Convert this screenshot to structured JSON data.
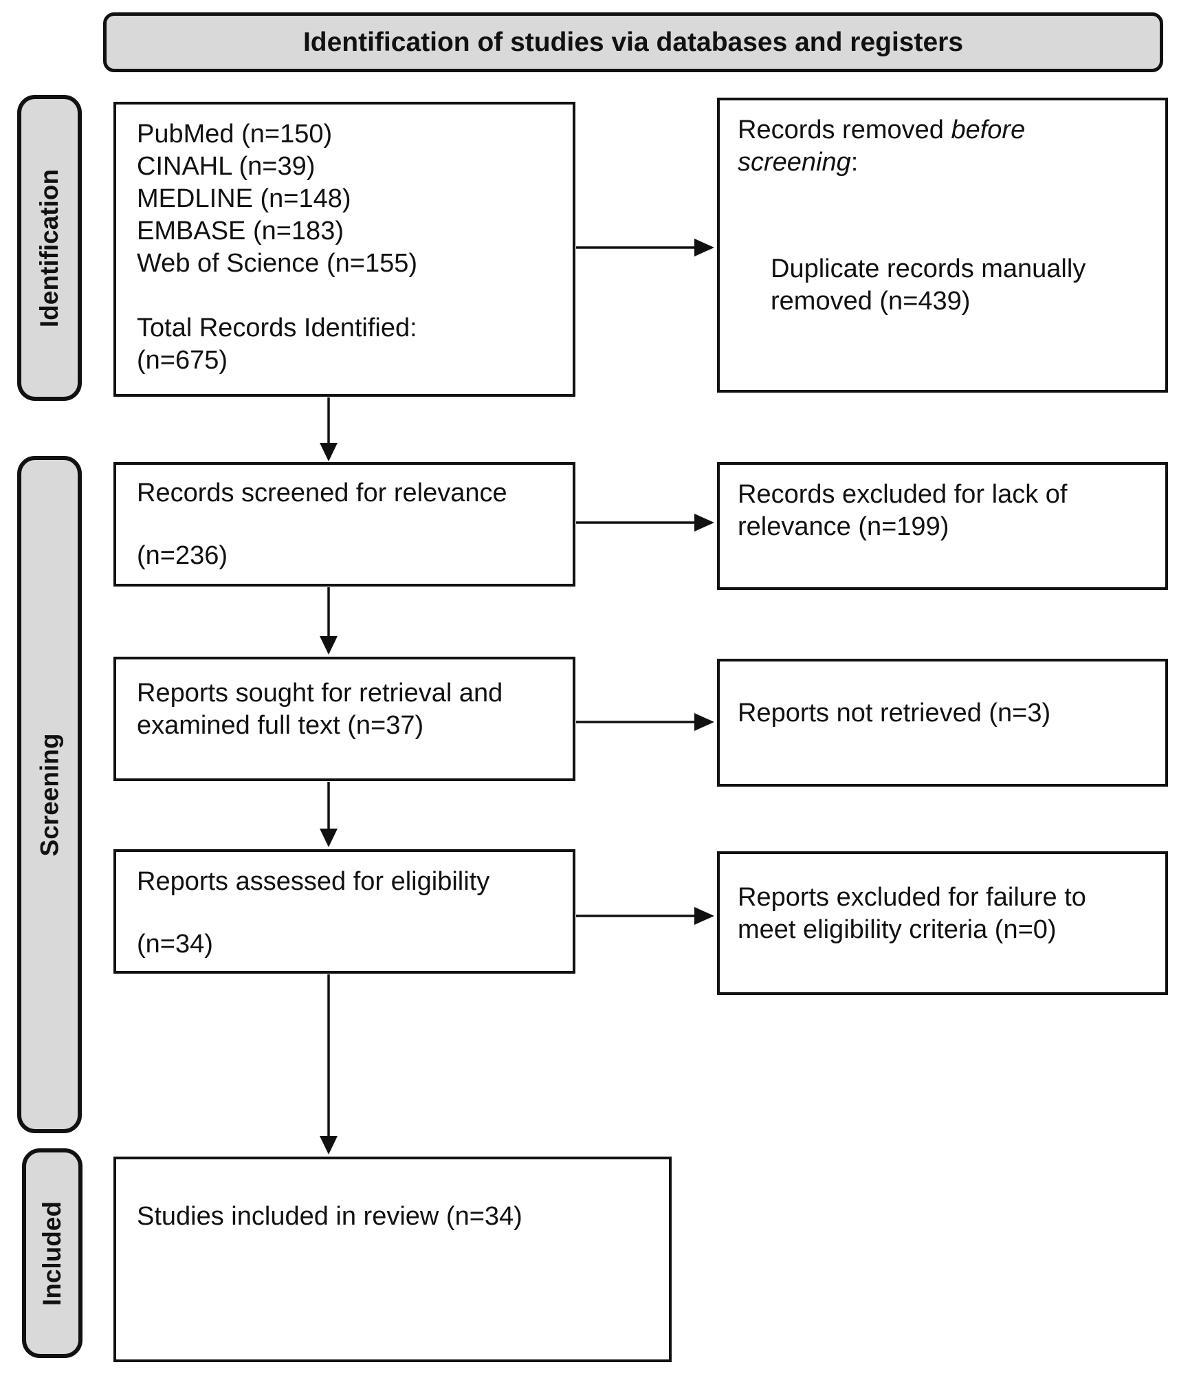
{
  "header": {
    "title": "Identification of studies via databases and registers"
  },
  "stages": {
    "identification": "Identification",
    "screening": "Screening",
    "included": "Included"
  },
  "flow": {
    "sources": {
      "databases": [
        "PubMed (n=150)",
        "CINAHL (n=39)",
        "MEDLINE (n=148)",
        "EMBASE (n=183)",
        "Web of Science (n=155)"
      ],
      "total_label": "Total Records Identified:",
      "total_count": "(n=675)"
    },
    "removed_before_screening": {
      "text_prefix": "Records removed ",
      "text_italic": "before screening",
      "text_suffix": ":",
      "detail": "Duplicate records manually removed (n=439)"
    },
    "screened": {
      "text": "Records screened for relevance",
      "count": "(n=236)"
    },
    "excluded_relevance": {
      "text": "Records excluded for lack of relevance (n=199)"
    },
    "sought": {
      "text": "Reports sought for retrieval and examined full text (n=37)"
    },
    "not_retrieved": {
      "text": "Reports not retrieved (n=3)"
    },
    "assessed": {
      "text": "Reports assessed for eligibility",
      "count": "(n=34)"
    },
    "excluded_eligibility": {
      "text": "Reports excluded for failure to meet eligibility criteria (n=0)"
    },
    "included": {
      "text": "Studies included in review (n=34)"
    }
  },
  "colors": {
    "label_fill": "#d9d9d9",
    "border": "#111111",
    "background": "#ffffff"
  }
}
